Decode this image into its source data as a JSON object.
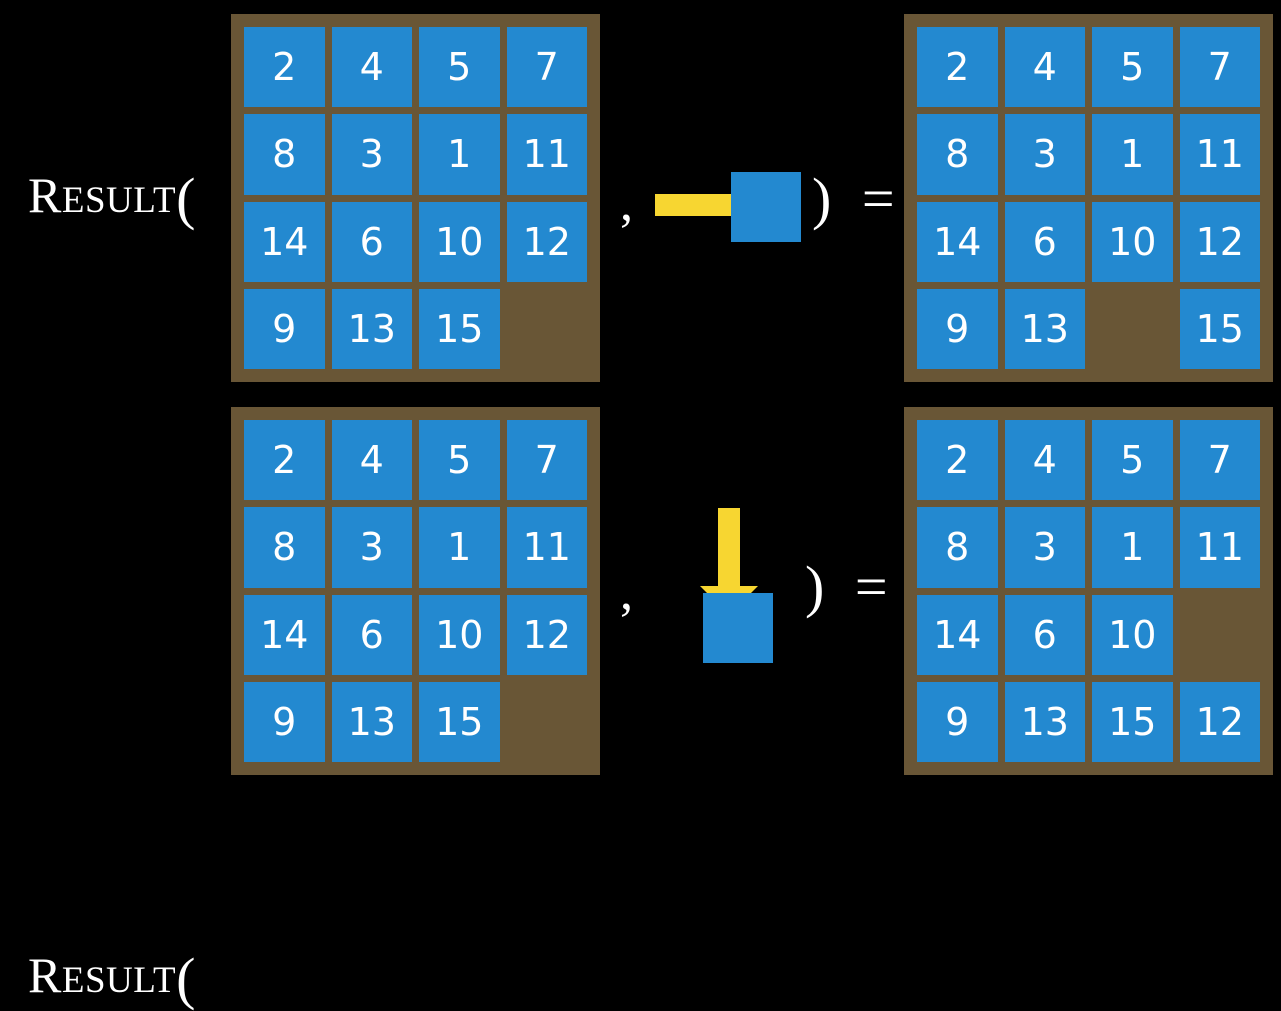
{
  "background_color": "#000000",
  "palette": {
    "board": "#695636",
    "tile": "#2389d0",
    "tile_text": "#ffffff",
    "arrow": "#f7d631",
    "label_text": "#ffffff"
  },
  "equations": [
    {
      "id": "equation-right-move",
      "label": {
        "first_letter": "R",
        "rest": "ESULT",
        "open_paren": "("
      },
      "comma": ",",
      "close_paren_equals": ") =",
      "action": {
        "icon": "arrow-right-icon",
        "direction": "right",
        "tile_color": "#2389d0"
      },
      "input_board": {
        "name": "input-grid",
        "rows": [
          [
            "2",
            "4",
            "5",
            "7"
          ],
          [
            "8",
            "3",
            "1",
            "11"
          ],
          [
            "14",
            "6",
            "10",
            "12"
          ],
          [
            "9",
            "13",
            "15",
            ""
          ]
        ]
      },
      "output_board": {
        "name": "output-grid",
        "rows": [
          [
            "2",
            "4",
            "5",
            "7"
          ],
          [
            "8",
            "3",
            "1",
            "11"
          ],
          [
            "14",
            "6",
            "10",
            "12"
          ],
          [
            "9",
            "13",
            "",
            "15"
          ]
        ]
      }
    },
    {
      "id": "equation-down-move",
      "label": {
        "first_letter": "R",
        "rest": "ESULT",
        "open_paren": "("
      },
      "comma": ",",
      "close_paren_equals": ") =",
      "action": {
        "icon": "arrow-down-icon",
        "direction": "down",
        "tile_color": "#2389d0"
      },
      "input_board": {
        "name": "input-grid",
        "rows": [
          [
            "2",
            "4",
            "5",
            "7"
          ],
          [
            "8",
            "3",
            "1",
            "11"
          ],
          [
            "14",
            "6",
            "10",
            "12"
          ],
          [
            "9",
            "13",
            "15",
            ""
          ]
        ]
      },
      "output_board": {
        "name": "output-grid",
        "rows": [
          [
            "2",
            "4",
            "5",
            "7"
          ],
          [
            "8",
            "3",
            "1",
            "11"
          ],
          [
            "14",
            "6",
            "10",
            ""
          ],
          [
            "9",
            "13",
            "15",
            "12"
          ]
        ]
      }
    }
  ]
}
